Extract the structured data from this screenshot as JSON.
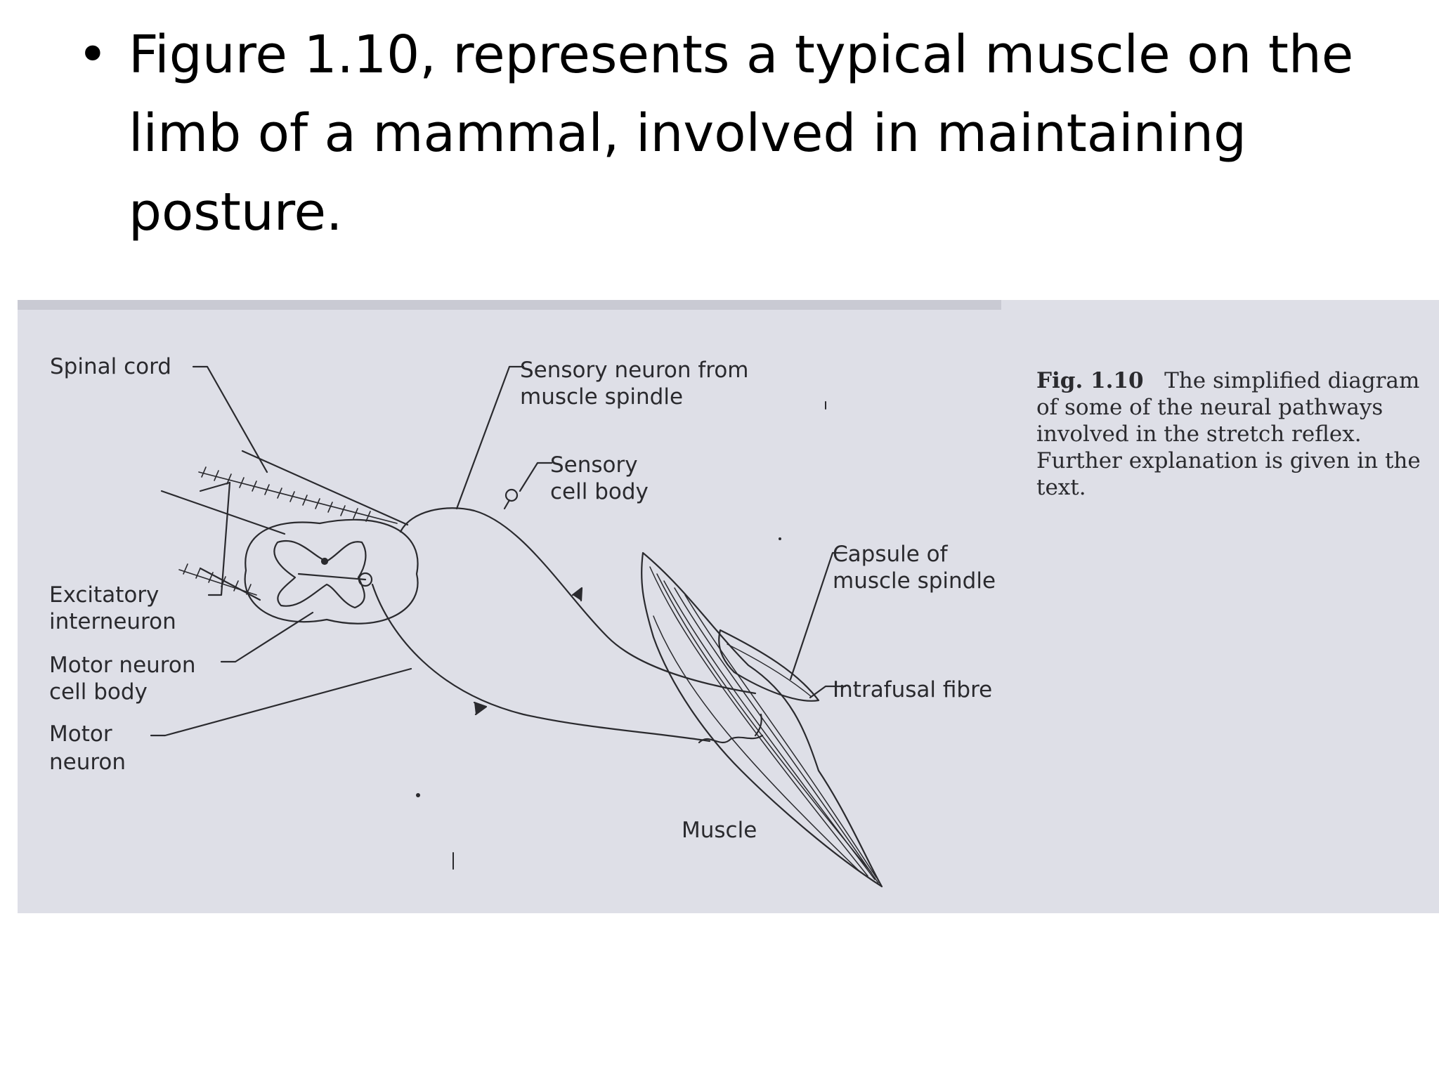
{
  "slide": {
    "bullet": "•",
    "text": "Figure 1.10, represents a typical muscle on the limb of a mammal, involved in maintaining posture."
  },
  "diagram": {
    "labels": {
      "spinal_cord": "Spinal cord",
      "sensory_neuron_1": "Sensory neuron from",
      "sensory_neuron_2": "muscle spindle",
      "sensory_cell_1": "Sensory",
      "sensory_cell_2": "cell body",
      "excitatory_1": "Excitatory",
      "excitatory_2": "interneuron",
      "motor_cell_1": "Motor neuron",
      "motor_cell_2": "cell body",
      "motor_1": "Motor",
      "motor_2": "neuron",
      "capsule_1": "Capsule of",
      "capsule_2": "muscle spindle",
      "intrafusal": "Intrafusal fibre",
      "muscle": "Muscle"
    },
    "caption": {
      "fig_number": "Fig. 1.10",
      "line1": "The simplified diagram",
      "line2": "of some of the neural pathways",
      "line3": "involved in the stretch reflex.",
      "line4": "Further explanation is given in the",
      "line5": "text."
    }
  },
  "colors": {
    "scan_background": "#dedfe7",
    "ink": "#2a2a2e"
  }
}
